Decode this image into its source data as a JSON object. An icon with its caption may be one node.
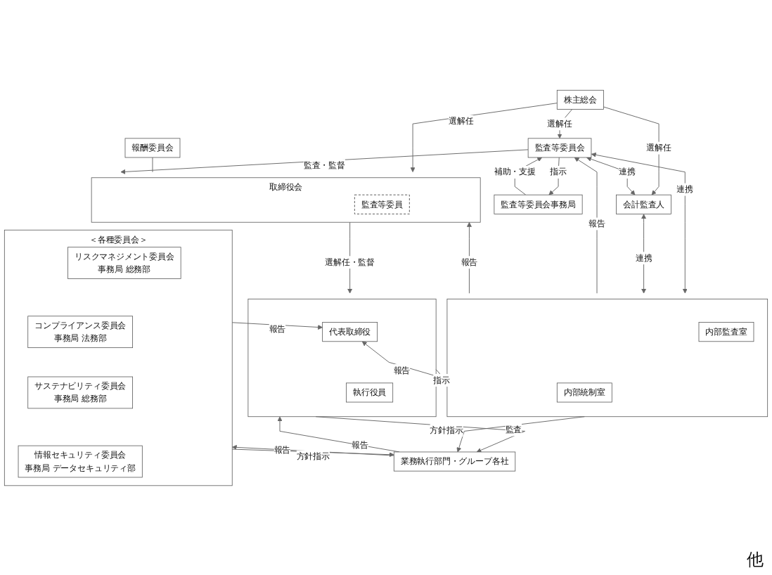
{
  "diagram": {
    "nodes": [
      {
        "text": [
          "株主総会"
        ]
      },
      {
        "text": [
          "取締役会"
        ]
      },
      {
        "text": [
          "監査等委員"
        ],
        "in": 1
      },
      {
        "text": [
          "報酬委員会"
        ]
      },
      {
        "text": [
          "監査等委員会"
        ]
      },
      {
        "text": [
          "監査等委員会事務局"
        ]
      },
      {
        "text": [
          "会計監査人"
        ]
      },
      {
        "text": [
          "＜各種委員会＞"
        ]
      },
      {
        "text": [
          "リスクマネジメント委員会",
          "事務局 総務部"
        ],
        "in": 7
      },
      {
        "text": [
          "コンプライアンス委員会",
          "事務局 法務部"
        ],
        "in": 7
      },
      {
        "text": [
          "サステナビリティ委員会",
          "事務局 総務部"
        ],
        "in": 7
      },
      {
        "text": [
          "情報セキュリティ委員会",
          "事務局 データセキュリティ部"
        ],
        "in": 7
      },
      {
        "text": [],
        "shape": "box"
      },
      {
        "text": [
          "代表取締役"
        ],
        "in": 12
      },
      {
        "text": [
          "執行役員"
        ],
        "in": 12
      },
      {
        "text": [],
        "shape": "box"
      },
      {
        "text": [
          "内部監査室"
        ],
        "in": 15
      },
      {
        "text": [
          "内部統制室"
        ],
        "in": 15
      },
      {
        "text": [
          "業務執行部門・グループ各社"
        ]
      }
    ],
    "edges": [
      {
        "from": 0,
        "to": 1,
        "arrow": "to",
        "label": "選解任"
      },
      {
        "from": 0,
        "to": 4,
        "arrow": "to",
        "label": "選解任"
      },
      {
        "from": 0,
        "to": 6,
        "arrow": "to",
        "label": "選解任"
      },
      {
        "from": 3,
        "to": 1,
        "arrow": "none"
      },
      {
        "from": 4,
        "to": 1,
        "arrow": "to",
        "label": "監査・監督"
      },
      {
        "from": 4,
        "to": 5,
        "arrow": "to",
        "label": "指示"
      },
      {
        "from": 5,
        "to": 4,
        "arrow": "to",
        "label": "補助・支援"
      },
      {
        "from": 4,
        "to": 6,
        "arrow": "both",
        "label": "連携"
      },
      {
        "from": 15,
        "to": 4,
        "arrow": "to",
        "label": "報告"
      },
      {
        "from": 4,
        "to": 15,
        "arrow": "both",
        "label": "連携"
      },
      {
        "from": 15,
        "to": 1,
        "arrow": "to",
        "label": "報告"
      },
      {
        "from": 6,
        "to": 15,
        "arrow": "both",
        "label": "連携"
      },
      {
        "from": 1,
        "to": 12,
        "arrow": "to",
        "label": "選解任・監督"
      },
      {
        "from": 7,
        "to": 13,
        "arrow": "to",
        "label": "報告"
      },
      {
        "from": 12,
        "to": 15,
        "arrow": "to",
        "label": "指示"
      },
      {
        "from": 15,
        "to": 13,
        "arrow": "to",
        "label": "報告"
      },
      {
        "from": 7,
        "to": 18,
        "arrow": "to",
        "label": "方針指示"
      },
      {
        "from": 18,
        "to": 7,
        "arrow": "to",
        "label": "報告"
      },
      {
        "from": 12,
        "to": 18,
        "arrow": "to",
        "label": "方針指示"
      },
      {
        "from": 18,
        "to": 12,
        "arrow": "to",
        "label": "報告"
      },
      {
        "from": 15,
        "to": 18,
        "arrow": "to",
        "label": "監査"
      }
    ],
    "labels": [
      "他"
    ]
  }
}
